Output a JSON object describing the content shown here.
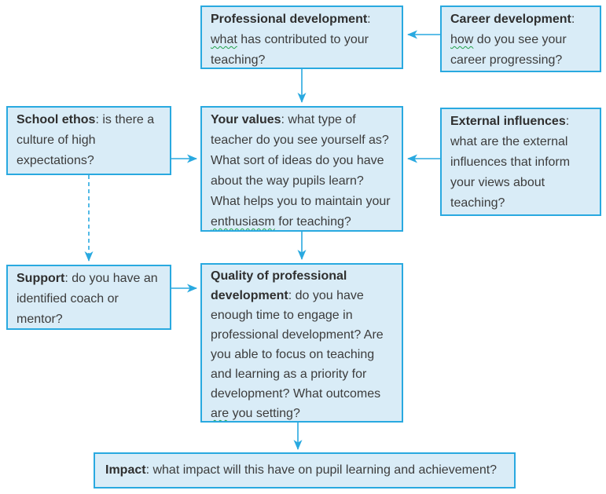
{
  "diagram": {
    "colors": {
      "box_fill": "#d9ecf7",
      "box_border": "#29a9e0",
      "arrow": "#29a9e0",
      "text": "#3c3c3c",
      "spellcheck_underline": "#23a24b"
    },
    "boxes": {
      "professional_development": {
        "title": "Professional development",
        "separator": ": ",
        "segments": [
          {
            "text": "what",
            "wavy": true
          },
          {
            "text": " has contributed to your teaching?"
          }
        ]
      },
      "career_development": {
        "title": "Career development",
        "separator": ": ",
        "segments": [
          {
            "text": "how",
            "wavy": true
          },
          {
            "text": " do you see your career progressing?"
          }
        ]
      },
      "school_ethos": {
        "title": "School ethos",
        "separator": ": ",
        "segments": [
          {
            "text": "is there a culture of high expectations?"
          }
        ]
      },
      "your_values": {
        "title": "Your values",
        "separator": ": ",
        "segments": [
          {
            "text": "what type of teacher do you see yourself as? What sort of ideas do you have about the way pupils learn? What helps you to maintain your "
          },
          {
            "text": "enthusiasm",
            "wavy": true
          },
          {
            "text": " for teaching?"
          }
        ]
      },
      "external_influences": {
        "title": "External influences",
        "separator": ": ",
        "segments": [
          {
            "text": "what are the external influences that inform your views about teaching?"
          }
        ]
      },
      "support": {
        "title": "Support",
        "separator": ": ",
        "segments": [
          {
            "text": "do you have an identified coach or mentor?"
          }
        ]
      },
      "quality_of_professional_development": {
        "title": "Quality of professional development",
        "separator": ": ",
        "segments": [
          {
            "text": "do you have enough time to engage in professional development? Are you able to focus on teaching and learning as a priority for development? What outcomes "
          },
          {
            "text": "are",
            "wavy": true
          },
          {
            "text": " you setting?"
          }
        ]
      },
      "impact": {
        "title": "Impact",
        "separator": ": ",
        "segments": [
          {
            "text": "what impact will this have on pupil learning and achievement?"
          }
        ]
      }
    },
    "arrows": [
      {
        "from": "career_development",
        "to": "professional_development",
        "style": "solid"
      },
      {
        "from": "professional_development",
        "to": "your_values",
        "style": "solid"
      },
      {
        "from": "school_ethos",
        "to": "your_values",
        "style": "solid"
      },
      {
        "from": "external_influences",
        "to": "your_values",
        "style": "solid"
      },
      {
        "from": "school_ethos",
        "to": "support",
        "style": "dashed"
      },
      {
        "from": "support",
        "to": "quality_of_professional_development",
        "style": "solid"
      },
      {
        "from": "your_values",
        "to": "quality_of_professional_development",
        "style": "solid"
      },
      {
        "from": "quality_of_professional_development",
        "to": "impact",
        "style": "solid"
      }
    ]
  }
}
